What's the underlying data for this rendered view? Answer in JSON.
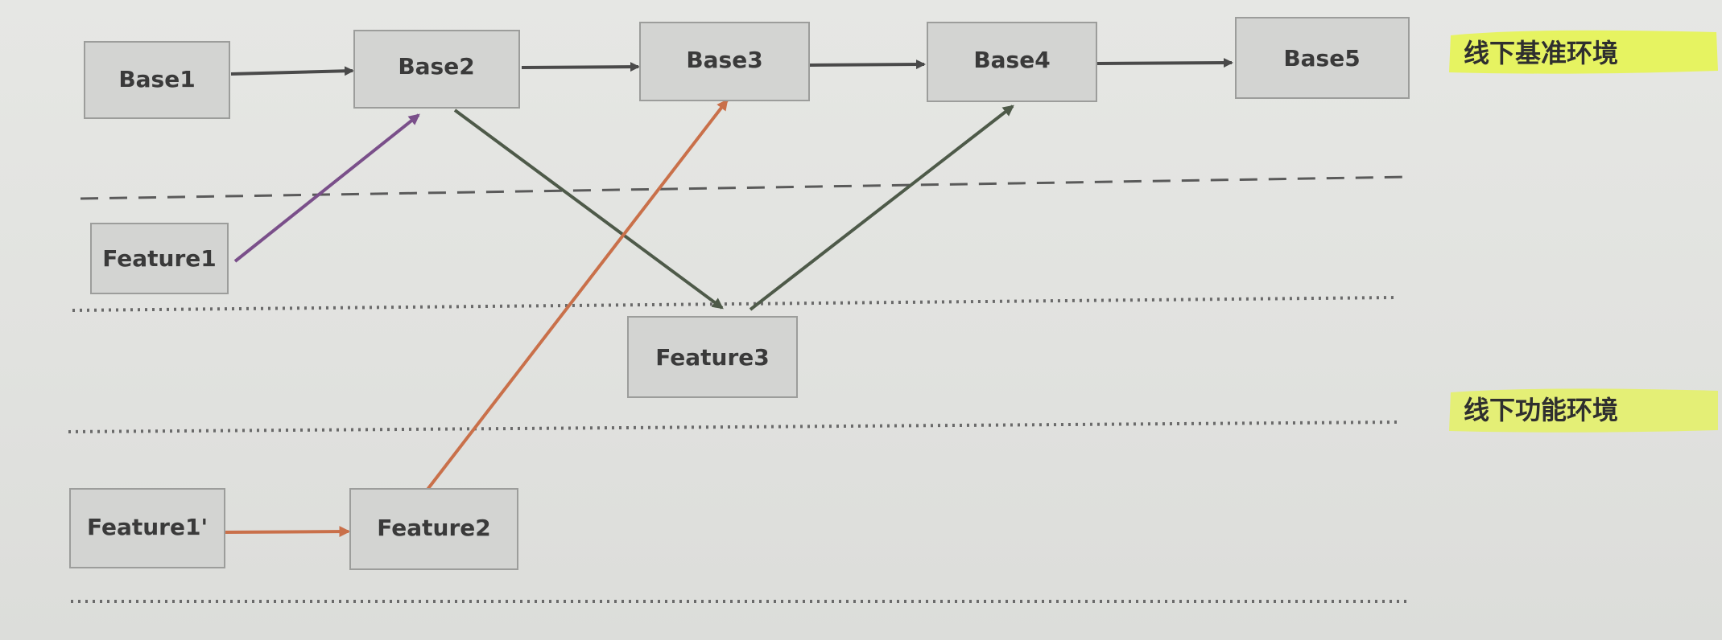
{
  "colors": {
    "node_fill": "#d3d4d2",
    "node_border": "#9c9d9b",
    "arrow_dark": "#4a4a4a",
    "arrow_green": "#4e5a49",
    "arrow_purple": "#7a4f8a",
    "arrow_orange": "#c9704a",
    "highlight": "#e6f54a"
  },
  "environments": {
    "base_env": "线下基准环境",
    "feature_env": "线下功能环境"
  },
  "nodes": {
    "base1": "Base1",
    "base2": "Base2",
    "base3": "Base3",
    "base4": "Base4",
    "base5": "Base5",
    "feature1": "Feature1",
    "feature3": "Feature3",
    "feature1p": "Feature1'",
    "feature2": "Feature2"
  }
}
